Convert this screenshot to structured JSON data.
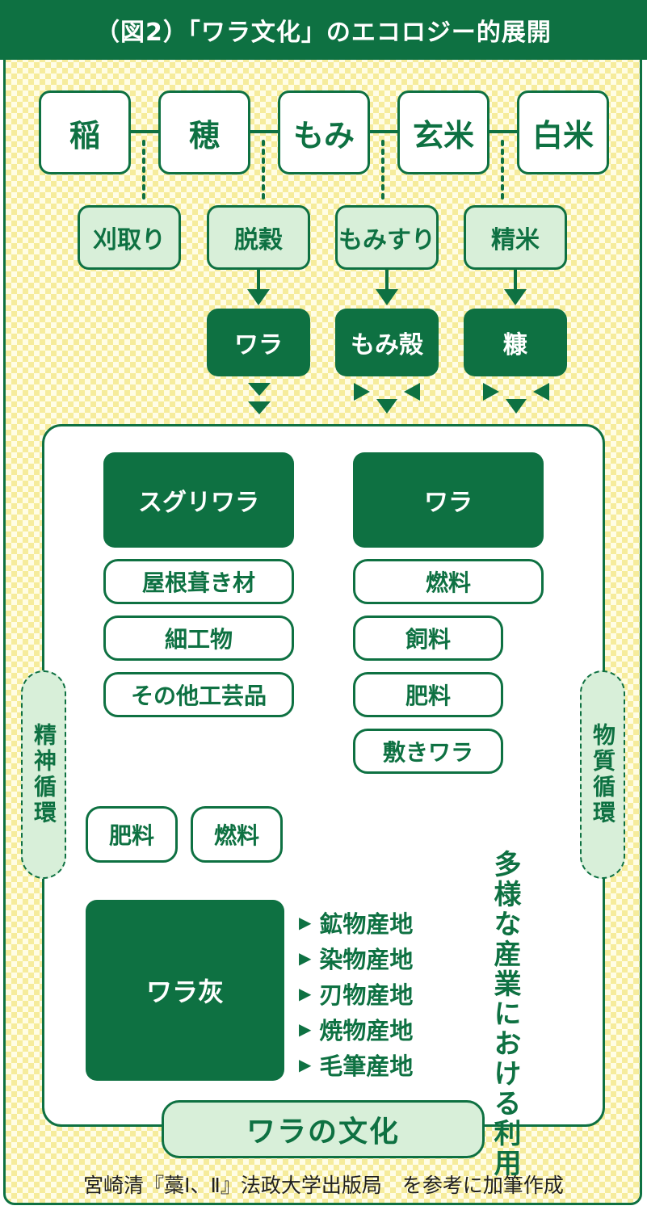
{
  "title": "（図2）「ワラ文化」のエコロジー的展開",
  "colors": {
    "primary": "#0e7142",
    "light": "#d8efd9",
    "pattern": "#f6ec9c"
  },
  "grain_chain": [
    "稲",
    "穂",
    "もみ",
    "玄米",
    "白米"
  ],
  "processes": [
    "刈取り",
    "脱穀",
    "もみすり",
    "精米"
  ],
  "byproducts": [
    "ワラ",
    "もみ殻",
    "糠"
  ],
  "sugurwara": {
    "header": "スグリワラ",
    "uses": [
      "屋根葺き材",
      "細工物",
      "その他工芸品"
    ]
  },
  "wara": {
    "header": "ワラ",
    "uses": [
      "燃料",
      "飼料",
      "肥料",
      "敷きワラ"
    ]
  },
  "recycle": {
    "fertilizer": "肥料",
    "fuel": "燃料"
  },
  "ash": "ワラ灰",
  "sites": [
    "鉱物産地",
    "染物産地",
    "刃物産地",
    "焼物産地",
    "毛筆産地"
  ],
  "industry_label": "多様な産業における利用",
  "spiritual_cycle": "精神循環",
  "material_cycle": "物質循環",
  "culture_label": "ワラの文化",
  "credit": "宮崎清『藁Ⅰ、Ⅱ』法政大学出版局　を参考に加筆作成"
}
